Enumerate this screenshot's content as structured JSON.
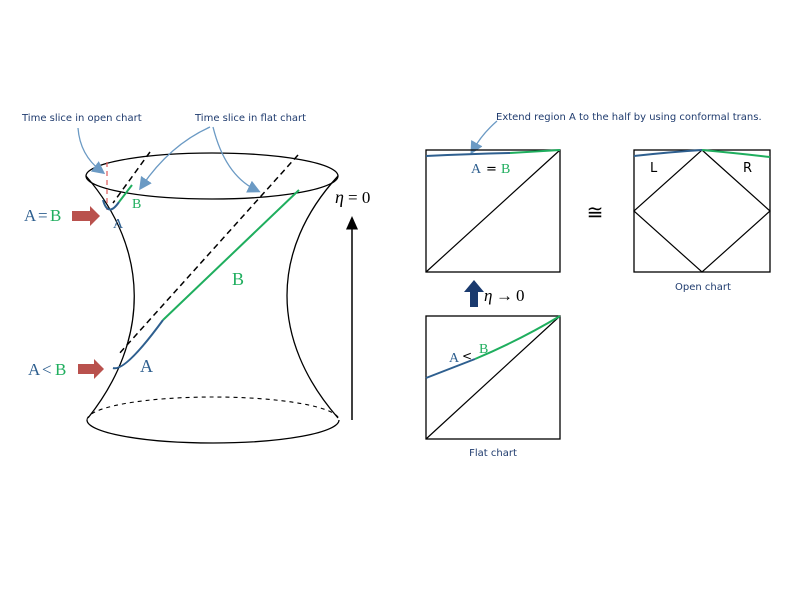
{
  "colors": {
    "blue": "#2e5f8f",
    "green": "#1fae5e",
    "red_arrow": "#b9514d",
    "dashed_red": "#e06666",
    "callout": "#6b9ac4",
    "ink": "#000000",
    "label_navy": "#1f3b6e",
    "solid_arrow_navy": "#1a3a6e"
  },
  "callouts": {
    "open_chart_slice": "Time slice in open chart",
    "flat_chart_slice": "Time slice in flat chart",
    "extend_region": "Extend region A to the half by using conformal trans."
  },
  "hyperboloid": {
    "top_A": "A",
    "top_B": "B",
    "eq_A": "A",
    "eq_op": "=",
    "eq_B": "B",
    "lt_A": "A",
    "lt_op": "<",
    "lt_B": "B",
    "big_A": "A",
    "big_B": "B",
    "eta": "η",
    "eta_eq": "= 0"
  },
  "flat_top": {
    "label_A": "A",
    "label_op": "=",
    "label_B": "B"
  },
  "flat_bottom": {
    "label_A": "A",
    "label_op": "<",
    "label_B": "B",
    "caption": "Flat chart"
  },
  "limit_arrow": {
    "eta": "η",
    "arrow": "→",
    "value": "0"
  },
  "congruent": "≅",
  "open_chart": {
    "left": "L",
    "right": "R",
    "caption": "Open chart"
  }
}
